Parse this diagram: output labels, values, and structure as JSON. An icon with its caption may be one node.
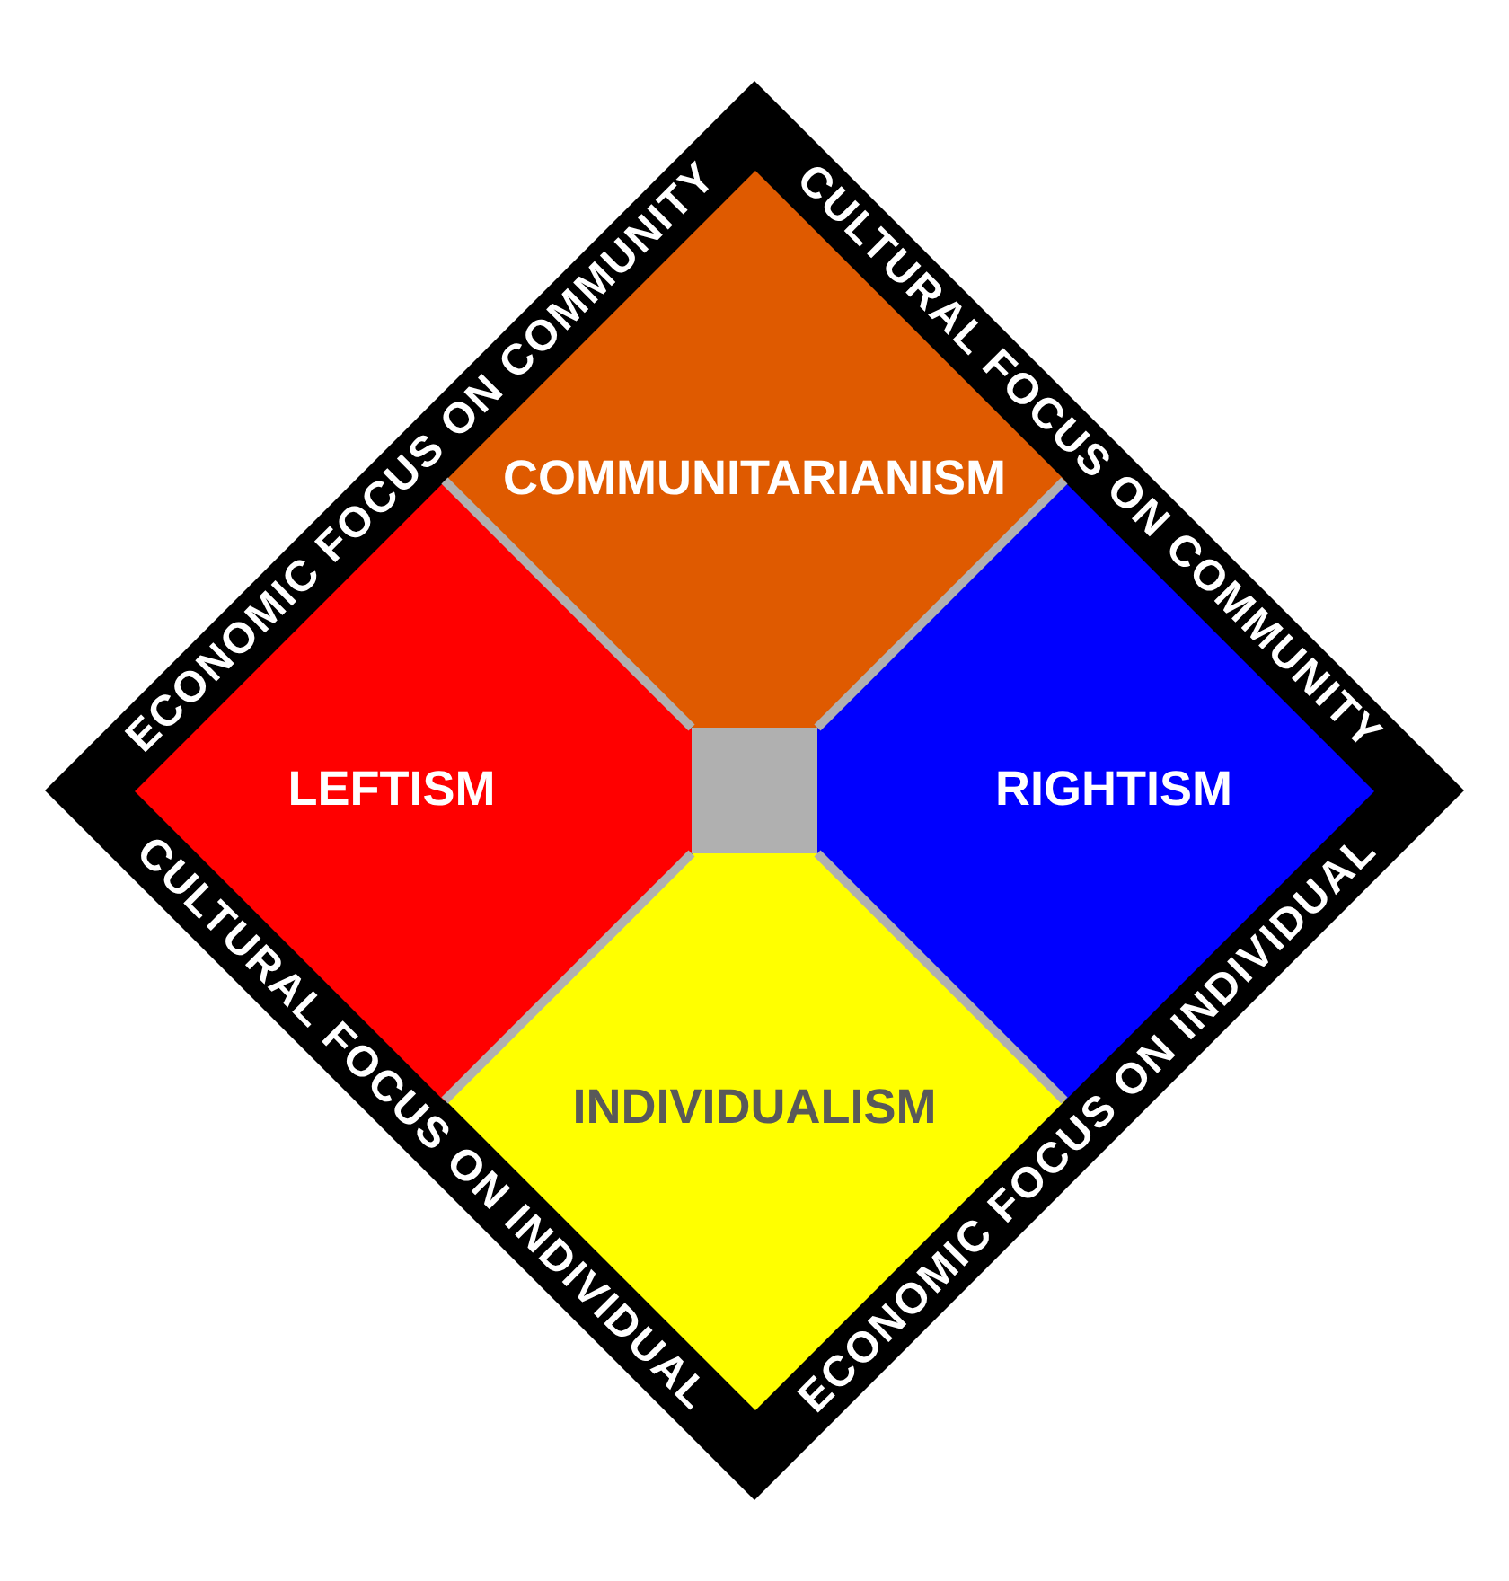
{
  "diagram": {
    "nodes": [
      {
        "text": [
          "ECONOMIC FOCUS ON COMMUNITY",
          "CULTURAL FOCUS ON COMMUNITY",
          "CULTURAL FOCUS ON INDIVIDUAL",
          "ECONOMIC FOCUS ON INDIVIDUAL"
        ]
      },
      {
        "text": [
          "COMMUNITARIANISM"
        ],
        "in": 0
      },
      {
        "text": [
          "LEFTISM"
        ],
        "in": 0
      },
      {
        "text": [],
        "shape": "box",
        "in": 0
      },
      {
        "text": [
          "RIGHTISM"
        ],
        "in": 0
      },
      {
        "text": [
          "INDIVIDUALISM"
        ],
        "in": 0
      }
    ]
  }
}
